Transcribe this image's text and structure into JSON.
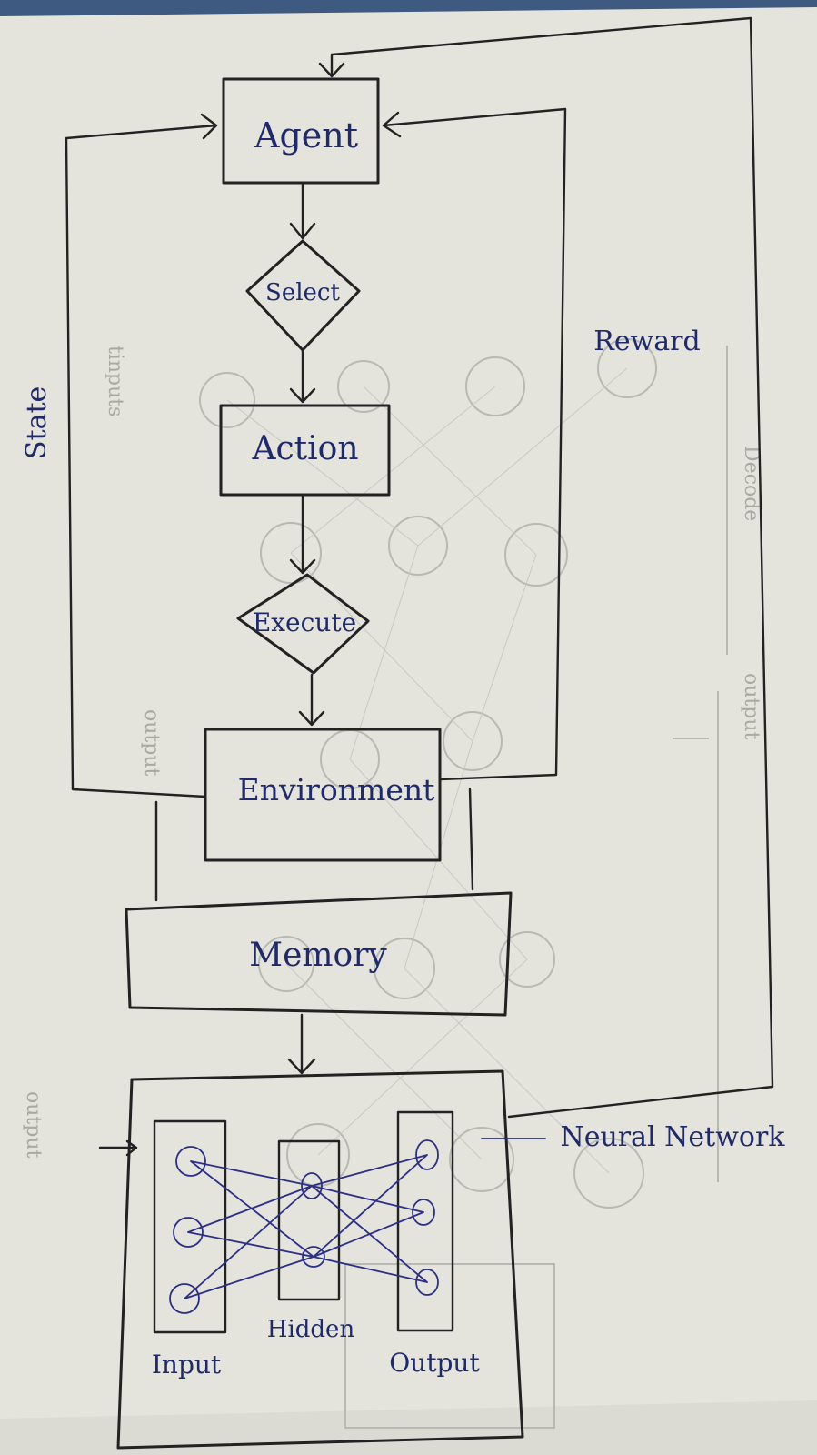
{
  "diagram": {
    "agent_label": "Agent",
    "select_label": "Select",
    "action_label": "Action",
    "execute_label": "Execute",
    "environment_label": "Environment",
    "memory_label": "Memory",
    "state_label": "State",
    "reward_label": "Reward",
    "neural_network_label": "Neural Network",
    "input_label": "Input",
    "hidden_label": "Hidden",
    "output_label": "Output"
  },
  "colors": {
    "paper": "#e6e5df",
    "ink": "#222222",
    "blue_ink": "#1f2a6b",
    "network_lines": "#2b2f86"
  }
}
